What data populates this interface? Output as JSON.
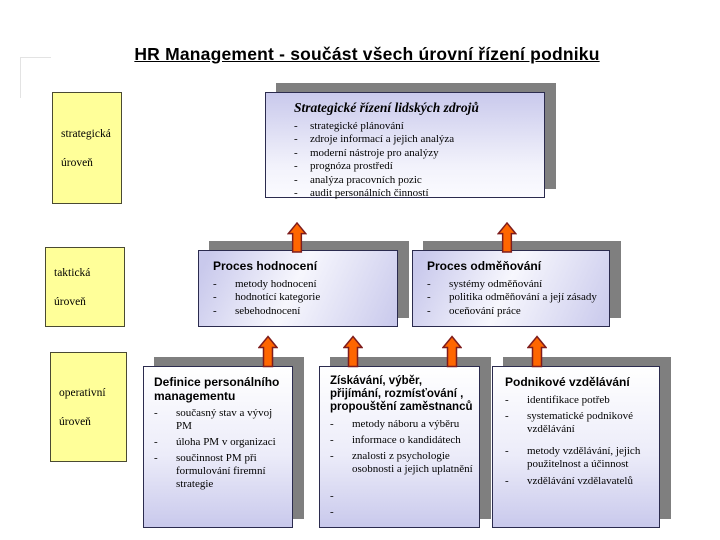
{
  "title": "HR Management - součást všech úrovní řízení podniku",
  "colors": {
    "yellow": "#ffff99",
    "box_border": "#2b2b4e",
    "lav": "#c9c9ec",
    "shadow": "#7f7f7f",
    "arrow_fill": "#ff6600",
    "arrow_stroke": "#7e1c1c"
  },
  "levels": [
    {
      "line1": "strategická",
      "line2": "úroveň"
    },
    {
      "line1": "taktická",
      "line2": "úroveň"
    },
    {
      "line1": "operativní",
      "line2": "úroveň"
    }
  ],
  "boxes": {
    "strategic": {
      "title": "Strategické řízení lidských zdrojů",
      "items": [
        "strategické plánování",
        "zdroje informací a jejich analýza",
        "moderní nástroje pro analýzy",
        "prognóza prostředí",
        "analýza pracovních pozic",
        "audit personálních činností"
      ]
    },
    "hodnoceni": {
      "title": "Proces hodnocení",
      "items": [
        "metody hodnocení",
        "hodnotící kategorie",
        "sebehodnocení"
      ]
    },
    "odmenovani": {
      "title": "Proces odměňování",
      "items": [
        "systémy odměňování",
        "politika odměňování a její zásady",
        "oceňování práce"
      ]
    },
    "definice": {
      "title": "Definice personálního managementu",
      "items": [
        "současný stav a vývoj PM",
        "úloha PM v organizaci",
        "součinnost PM při formulování firemní strategie"
      ]
    },
    "ziskavani": {
      "title": "Získávání, výběr, přijímání, rozmísťování , propouštění zaměstnanců",
      "items": [
        "metody náboru a výběru",
        "informace o kandidátech",
        "znalosti z psychologie osobnosti a jejich uplatnění",
        "",
        ""
      ]
    },
    "vzdelavani": {
      "title": "Podnikové vzdělávání",
      "items": [
        "identifikace potřeb",
        "systematické podnikové vzdělávání",
        "metody vzdělávání, jejich použitelnost a účinnost",
        "vzdělávání vzdělavatelů"
      ]
    }
  }
}
